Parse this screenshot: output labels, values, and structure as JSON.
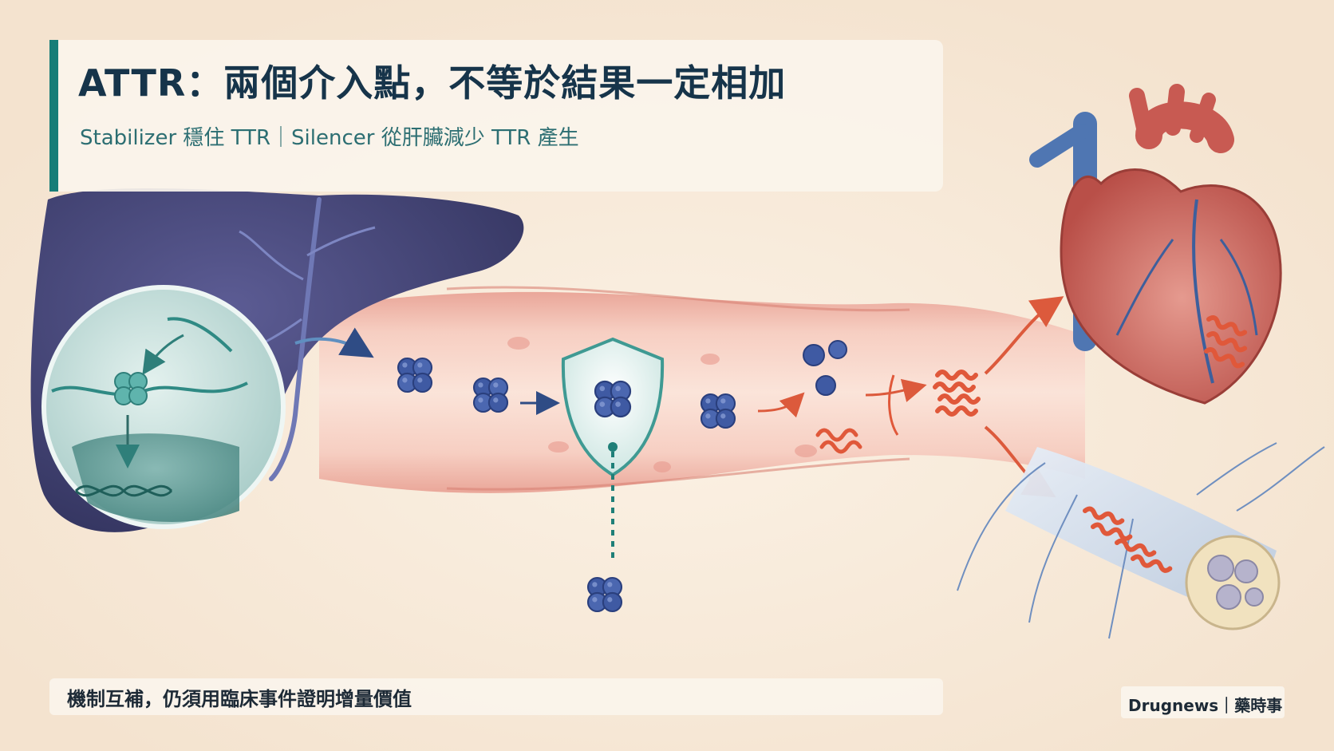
{
  "header": {
    "title": "ATTR：兩個介入點，不等於結果一定相加",
    "subtitle": "Stabilizer 穩住 TTR｜Silencer 從肝臟減少 TTR 產生"
  },
  "footer": {
    "note": "機制互補，仍須用臨床事件證明增量價值",
    "brand": "Drugnews｜藥時事"
  },
  "colors": {
    "accent": "#177d78",
    "title": "#16344a",
    "liver": "#4a4a7e",
    "ttr_protein": "#3f5aa3",
    "amyloid": "#e0583a",
    "vessel": "#f2b6a8",
    "heart": "#c85a52",
    "nerve": "#9fb4cf"
  },
  "icons": [
    "liver-icon",
    "hepatocyte-zoom-icon",
    "mrna-icon",
    "ribosome-icon",
    "dna-helix-icon",
    "ttr-tetramer-icon",
    "shield-stabilizer-icon",
    "ttr-monomer-icon",
    "misfolded-protein-icon",
    "amyloid-fibril-icon",
    "heart-icon",
    "nerve-icon",
    "arrow-icon"
  ]
}
